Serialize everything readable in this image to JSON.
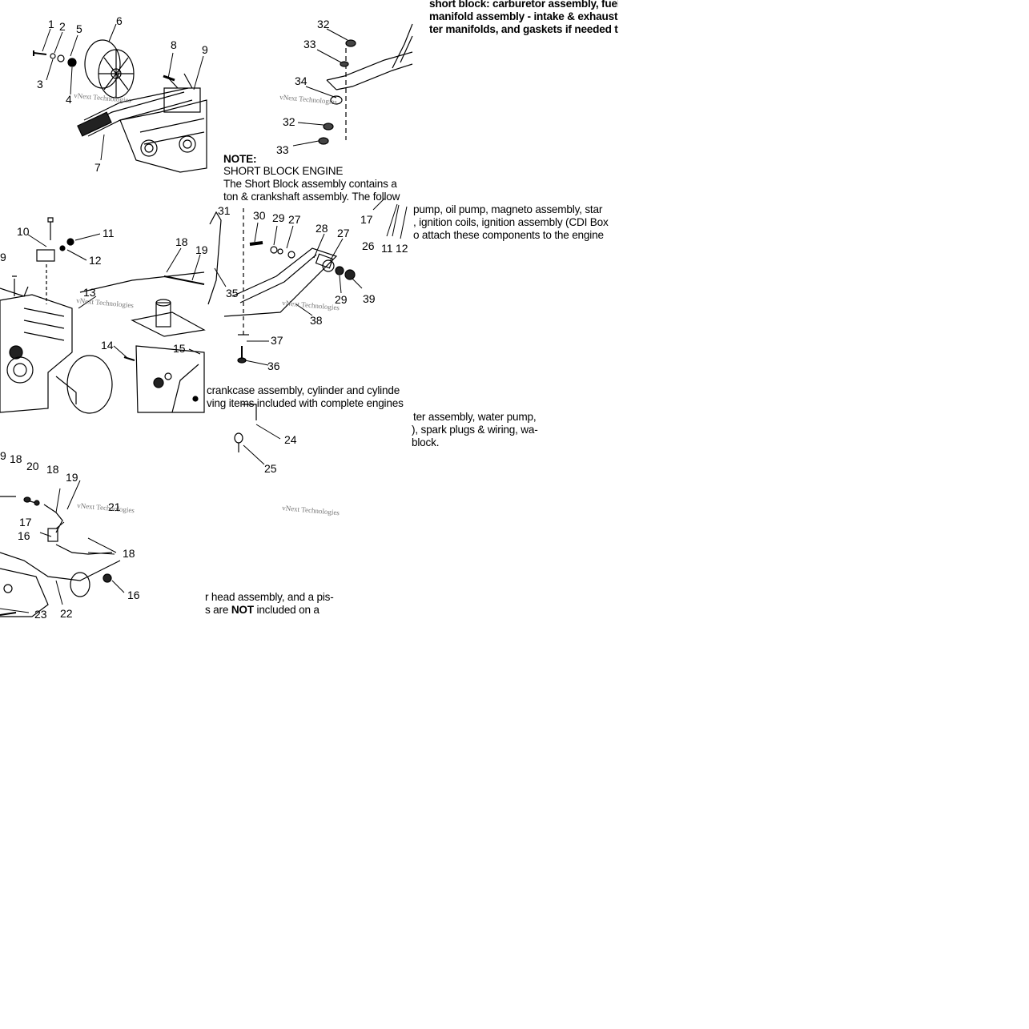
{
  "panel_a": {
    "callouts": [
      "1",
      "2",
      "3",
      "4",
      "5",
      "6",
      "7",
      "8",
      "9"
    ]
  },
  "panel_b": {
    "callouts": [
      "32",
      "33",
      "34",
      "32",
      "33"
    ]
  },
  "panel_c": {
    "callouts": [
      "10",
      "11",
      "12",
      "9",
      "18",
      "19",
      "13",
      "14",
      "15",
      "35"
    ]
  },
  "panel_d": {
    "callouts": [
      "31",
      "30",
      "29",
      "27",
      "28",
      "27",
      "29",
      "39",
      "38",
      "37",
      "36",
      "17",
      "26",
      "11",
      "12"
    ]
  },
  "panel_e": {
    "callouts": [
      "9",
      "18",
      "20",
      "18",
      "19",
      "21",
      "17",
      "16",
      "18",
      "16",
      "23",
      "22",
      "24",
      "25"
    ]
  },
  "watermark": "vNext Technologies",
  "note": {
    "heading": "NOTE:",
    "subheading": "SHORT BLOCK ENGINE",
    "line1": "The Short Block assembly contains a",
    "line2": "ton & crankshaft assembly.  The follow",
    "line3": "crankcase assembly, cylinder and cylinde",
    "line4": "ving items included with complete engines",
    "line5": "r head assembly, and a pis-",
    "line6a": "s are ",
    "line6b": "NOT",
    "line6c": " included on a"
  },
  "right_text": {
    "line1": "short block:  carburetor assembly, fuel",
    "line2": "manifold assembly - intake & exhaust,",
    "line3": "ter manifolds, and gaskets if needed t",
    "line4": "pump, oil pump, magneto assembly, star",
    "line5": ", ignition coils, ignition assembly (CDI Box",
    "line6": "o attach these components to the engine",
    "line7": "ter assembly, water pump,",
    "line8": "), spark plugs & wiring, wa-",
    "line9": "block."
  }
}
